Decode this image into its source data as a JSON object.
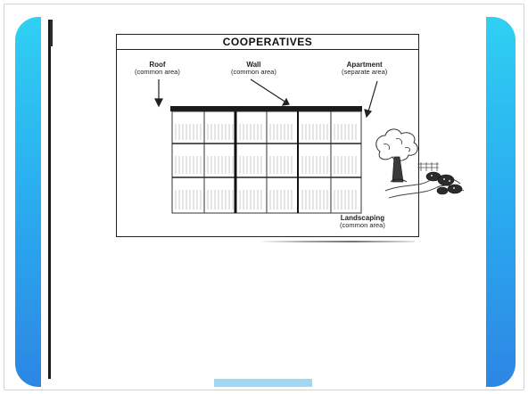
{
  "diagram": {
    "title": "COOPERATIVES",
    "labels": {
      "roof": {
        "name": "Roof",
        "note": "(common area)"
      },
      "wall": {
        "name": "Wall",
        "note": "(common area)"
      },
      "apartment": {
        "name": "Apartment",
        "note": "(separate area)"
      },
      "landscaping": {
        "name": "Landscaping",
        "note": "(common area)"
      }
    }
  },
  "colors": {
    "background_gradient_top": "#2fd0f2",
    "background_gradient_bottom": "#2d86e3",
    "slide": "#ffffff",
    "ink": "#222222"
  }
}
